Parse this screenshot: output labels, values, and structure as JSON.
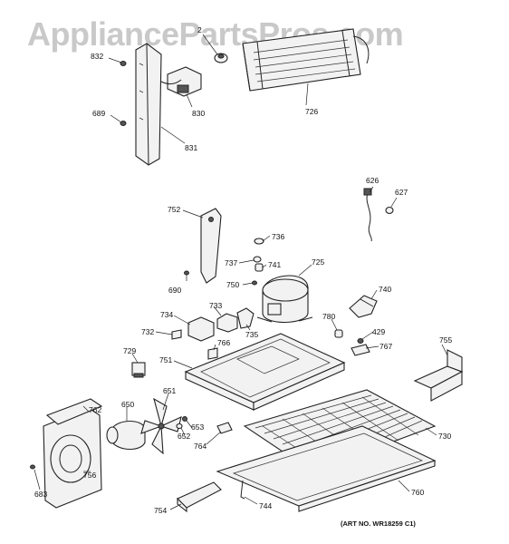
{
  "watermark": "AppliancePartsPros.com",
  "art_number": "(ART NO. WR18259 C1)",
  "labels": {
    "p832": "832",
    "p2": "2",
    "p830": "830",
    "p689": "689",
    "p831": "831",
    "p726": "726",
    "p626": "626",
    "p627": "627",
    "p752": "752",
    "p736": "736",
    "p737": "737",
    "p741": "741",
    "p725": "725",
    "p690": "690",
    "p750": "750",
    "p740": "740",
    "p734": "734",
    "p733": "733",
    "p732": "732",
    "p735": "735",
    "p780": "780",
    "p429": "429",
    "p766": "766",
    "p767": "767",
    "p755": "755",
    "p729": "729",
    "p751": "751",
    "p651": "651",
    "p762": "762",
    "p650": "650",
    "p653": "653",
    "p652": "652",
    "p764": "764",
    "p730": "730",
    "p756": "756",
    "p683": "683",
    "p760": "760",
    "p754": "754",
    "p744": "744"
  }
}
